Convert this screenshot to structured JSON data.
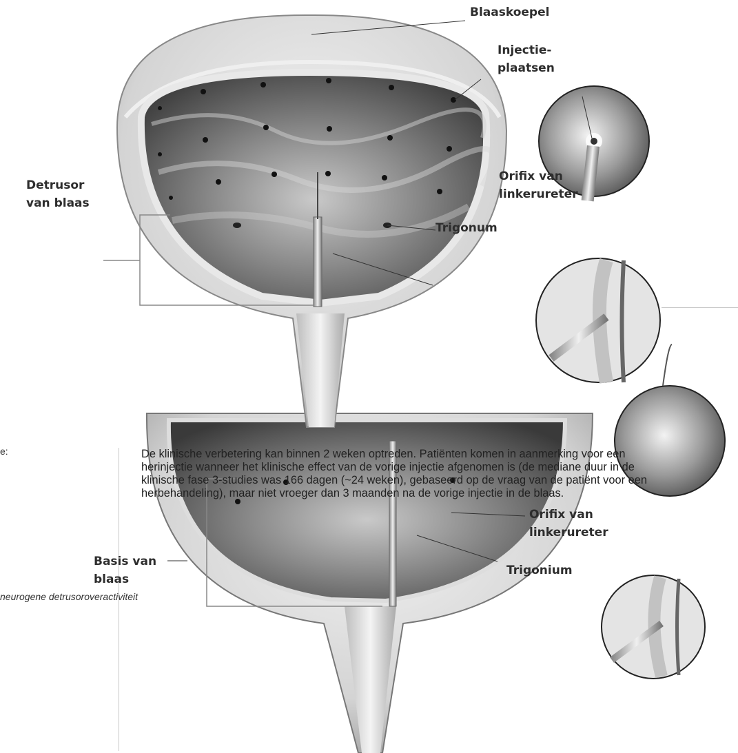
{
  "top_figure": {
    "labels": {
      "blaaskoepel": "Blaaskoepel",
      "injectie_line1": "Injectie-",
      "injectie_line2": "plaatsen",
      "detrusor_line1": "Detrusor",
      "detrusor_line2": "van blaas",
      "orifix_line1": "Orifix van",
      "orifix_line2": "linkerureter",
      "trigonum": "Trigonum"
    }
  },
  "bottom_figure": {
    "labels": {
      "orifix_line1": "Orifix van",
      "orifix_line2": "linkerureter",
      "basis_line1": "Basis van",
      "basis_line2": "blaas",
      "trigonium": "Trigonium"
    }
  },
  "document": {
    "left_fragment_heading": "e:",
    "left_fragment_caption": "neurogene detrusoroveractiviteit",
    "paragraph": "De klinische verbetering kan binnen 2 weken optreden. Patiënten komen in aanmerking voor een herinjectie wanneer het klinische effect van de vorige injectie afgenomen is (de mediane duur in de klinische fase 3-studies was 166 dagen (~24 weken), gebaseerd op de vraag van de patiënt voor een herbehandeling), maar niet vroeger dan 3 maanden na de vorige injectie in de blaas."
  }
}
